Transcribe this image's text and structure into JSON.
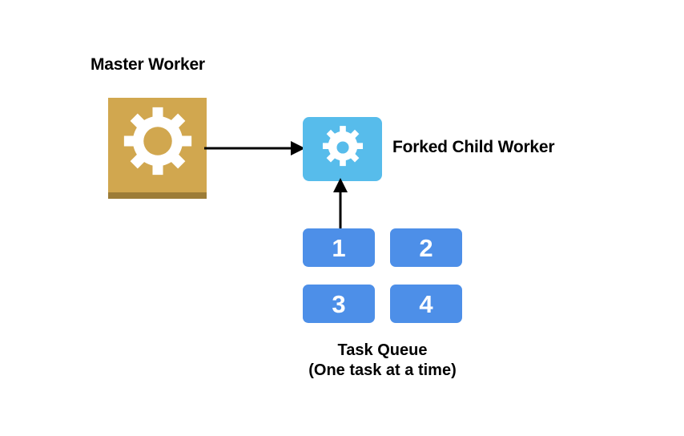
{
  "diagram": {
    "title_labels": {
      "master_worker": "Master Worker",
      "forked_child_worker": "Forked Child Worker"
    },
    "nodes": {
      "master_worker": {
        "label": "Master Worker",
        "icon": "gear-icon",
        "fill": "#D1A74F",
        "base_strip": "#9C7C37"
      },
      "child_worker": {
        "label": "Forked Child Worker",
        "icon": "gear-icon",
        "fill": "#57BCEB"
      }
    },
    "task_queue": {
      "caption_line1": "Task Queue",
      "caption_line2": "(One task at a time)",
      "box_fill": "#4D8FE8",
      "box_text_color": "#FFFFFF",
      "tasks": [
        {
          "label": "1"
        },
        {
          "label": "2"
        },
        {
          "label": "3"
        },
        {
          "label": "4"
        }
      ]
    },
    "arrows": [
      {
        "name": "fork-arrow",
        "from": "master_worker",
        "to": "child_worker",
        "direction": "right",
        "color": "#000000"
      },
      {
        "name": "dequeue-arrow",
        "from": "task_1",
        "to": "child_worker",
        "direction": "up",
        "color": "#000000"
      }
    ],
    "background": "#FFFFFF"
  }
}
